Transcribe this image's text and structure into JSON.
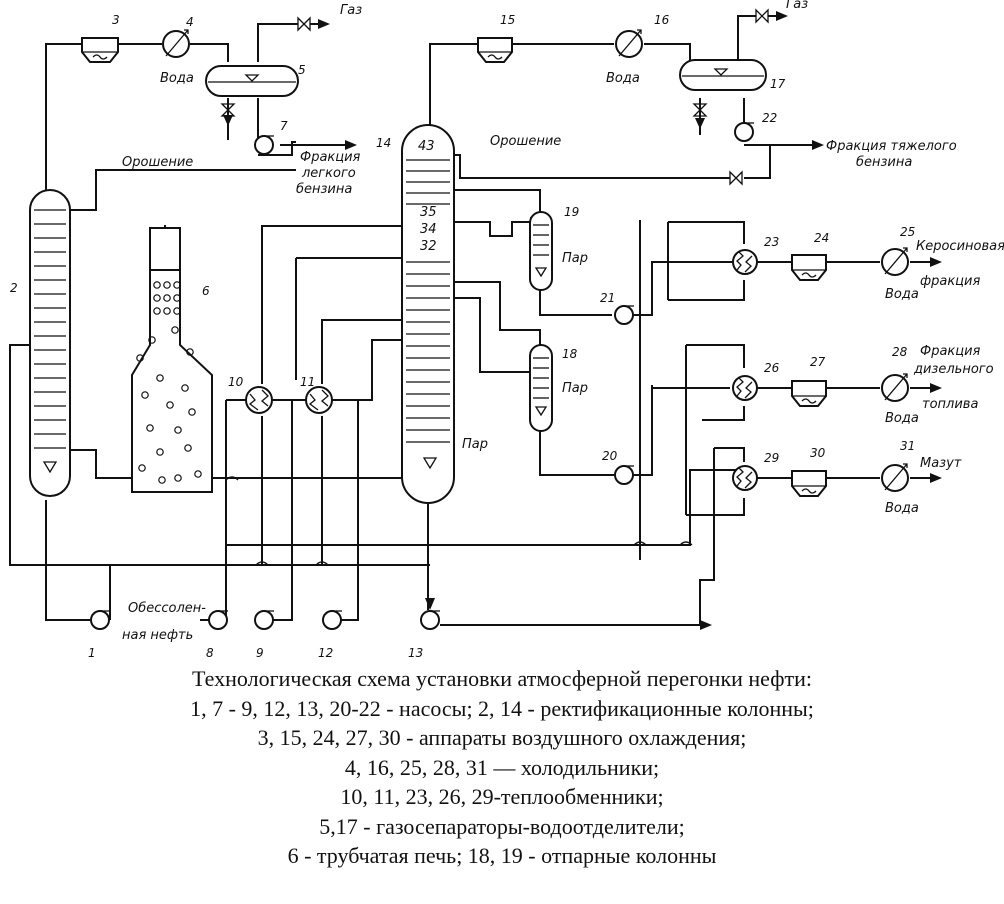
{
  "diagram": {
    "labels": {
      "gas_1": "Газ",
      "gas_2": "Газ",
      "water_4": "Вода",
      "water_16": "Вода",
      "water_25": "Вода",
      "water_28": "Вода",
      "water_31": "Вода",
      "reflux_1": "Орошение",
      "reflux_2": "Орошение",
      "light_gasoline_1": "Фракция",
      "light_gasoline_2": "легкого",
      "light_gasoline_3": "бензина",
      "heavy_gasoline_1": "Фракция тяжелого",
      "heavy_gasoline_2": "бензина",
      "steam_19": "Пар",
      "steam_18": "Пар",
      "steam_14": "Пар",
      "kerosene_1": "Керосиновая",
      "kerosene_2": "фракция",
      "diesel_1": "Фракция",
      "diesel_2": "дизельного",
      "diesel_3": "топлива",
      "mazut": "Мазут",
      "crude_1": "Обессолен-",
      "crude_2": "ная нефть",
      "tray_43": "43",
      "tray_35": "35",
      "tray_34": "34",
      "tray_32": "32"
    },
    "numbers": {
      "n1": "1",
      "n2": "2",
      "n3": "3",
      "n4": "4",
      "n5": "5",
      "n6": "6",
      "n7": "7",
      "n8": "8",
      "n9": "9",
      "n10": "10",
      "n11": "11",
      "n12": "12",
      "n13": "13",
      "n14": "14",
      "n15": "15",
      "n16": "16",
      "n17": "17",
      "n18": "18",
      "n19": "19",
      "n20": "20",
      "n21": "21",
      "n22": "22",
      "n23": "23",
      "n24": "24",
      "n25": "25",
      "n26": "26",
      "n27": "27",
      "n28": "28",
      "n29": "29",
      "n30": "30",
      "n31": "31"
    }
  },
  "caption": {
    "line1": "Технологическая схема установки атмосферной перегонки нефти:",
    "line2": "1, 7 - 9, 12, 13, 20-22 - насосы; 2, 14 - ректификационные колонны;",
    "line3": "3, 15, 24, 27, 30 - аппараты воздушного охлаждения;",
    "line4": "4, 16, 25, 28, 31 — холодильники;",
    "line5": "10, 11, 23, 26, 29-теплообменники;",
    "line6": "5,17 - газосепараторы-водоотделители;",
    "line7": "6 - трубчатая печь; 18, 19 - отпарные колонны"
  }
}
